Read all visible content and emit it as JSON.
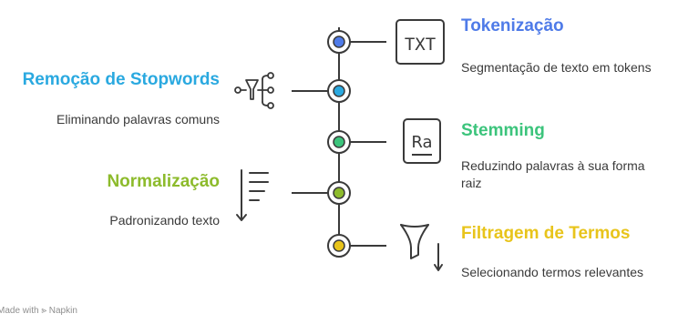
{
  "steps": [
    {
      "title": "Tokenização",
      "description": "Segmentação de texto em tokens",
      "color": "#4f7be8",
      "icon": "txt-box-icon",
      "icon_text": "TXT"
    },
    {
      "title": "Remoção de Stopwords",
      "description": "Eliminando palavras comuns",
      "color": "#2aa9e0",
      "icon": "filter-branch-icon"
    },
    {
      "title": "Stemming",
      "description": "Reduzindo palavras à sua forma raiz",
      "color": "#3cc47c",
      "icon": "ra-box-icon",
      "icon_text": "Ra"
    },
    {
      "title": "Normalização",
      "description": "Padronizando texto",
      "color": "#8dbb2c",
      "icon": "sort-lines-icon"
    },
    {
      "title": "Filtragem de Termos",
      "description": "Selecionando termos relevantes",
      "color": "#e8c41b",
      "icon": "funnel-down-icon"
    }
  ],
  "footer": "Made with ⪢ Napkin"
}
